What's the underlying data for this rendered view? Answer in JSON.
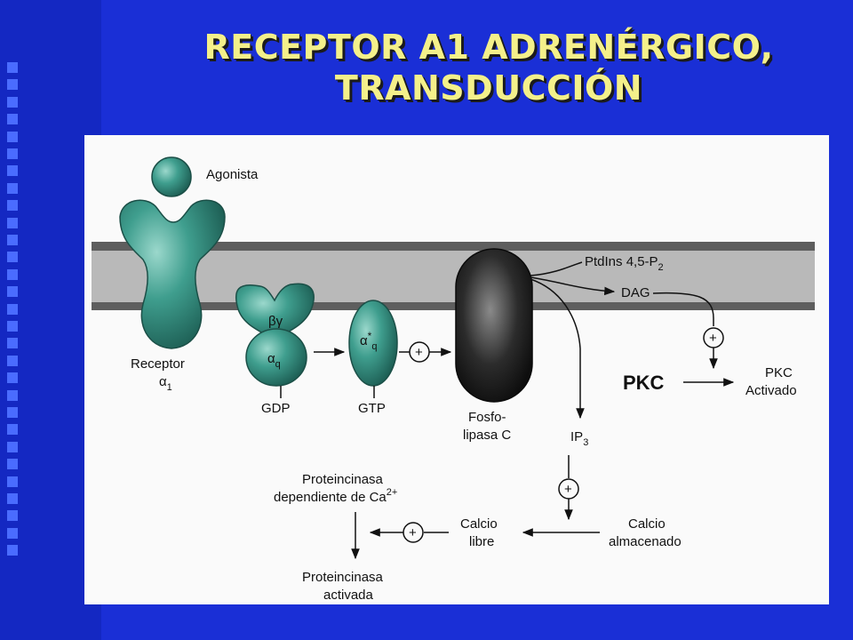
{
  "slide": {
    "title_line1": "RECEPTOR A1 ADRENÉRGICO,",
    "title_line2": "TRANSDUCCIÓN"
  },
  "diagram": {
    "agonist": "Agonista",
    "receptor_line1": "Receptor",
    "receptor_line2": "α",
    "receptor_sub": "1",
    "gprotein_bg": "βγ",
    "gprotein_a": "α",
    "gprotein_a_sub": "q",
    "gdp": "GDP",
    "alpha_active": "α",
    "alpha_active_sup": "*",
    "alpha_active_sub": "q",
    "gtp": "GTP",
    "plus": "+",
    "plc_line1": "Fosfo-",
    "plc_line2": "lipasa C",
    "ptdins": "PtdIns 4,5-P",
    "ptdins_sub": "2",
    "dag": "DAG",
    "pkc": "PKC",
    "pkc_active_line1": "PKC",
    "pkc_active_line2": "Activado",
    "ip3": "IP",
    "ip3_sub": "3",
    "calcio_alm_line1": "Calcio",
    "calcio_alm_line2": "almacenado",
    "calcio_libre_line1": "Calcio",
    "calcio_libre_line2": "libre",
    "pk_dep_line1": "Proteincinasa",
    "pk_dep_line2": "dependiente de Ca",
    "pk_dep_sup": "2+",
    "pk_act_line1": "Proteincinasa",
    "pk_act_line2": "activada"
  },
  "colors": {
    "background": "#1a2fd6",
    "title": "#f4f08a",
    "protein_teal": "#2f8f80",
    "membrane": "#b8b8b8"
  }
}
